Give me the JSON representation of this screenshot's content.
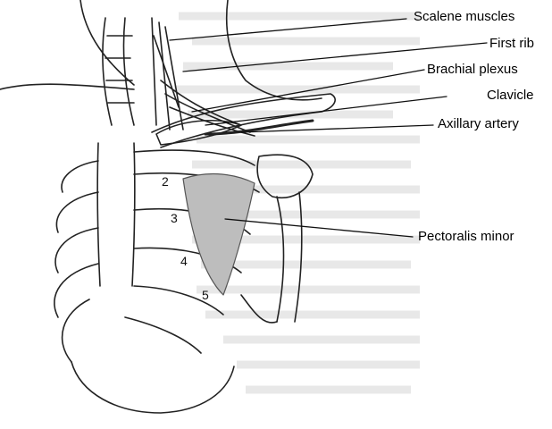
{
  "labels": {
    "scalene": "Scalene muscles",
    "first_rib": "First rib",
    "brachial": "Brachial plexus",
    "clavicle": "Clavicle",
    "axillary": "Axillary artery",
    "pectoralis": "Pectoralis minor"
  },
  "rib_numbers": [
    "2",
    "3",
    "4",
    "5"
  ],
  "colors": {
    "line": "#222222",
    "muscle_fill": "#bdbdbd",
    "background_text": "#c8c8c8"
  }
}
